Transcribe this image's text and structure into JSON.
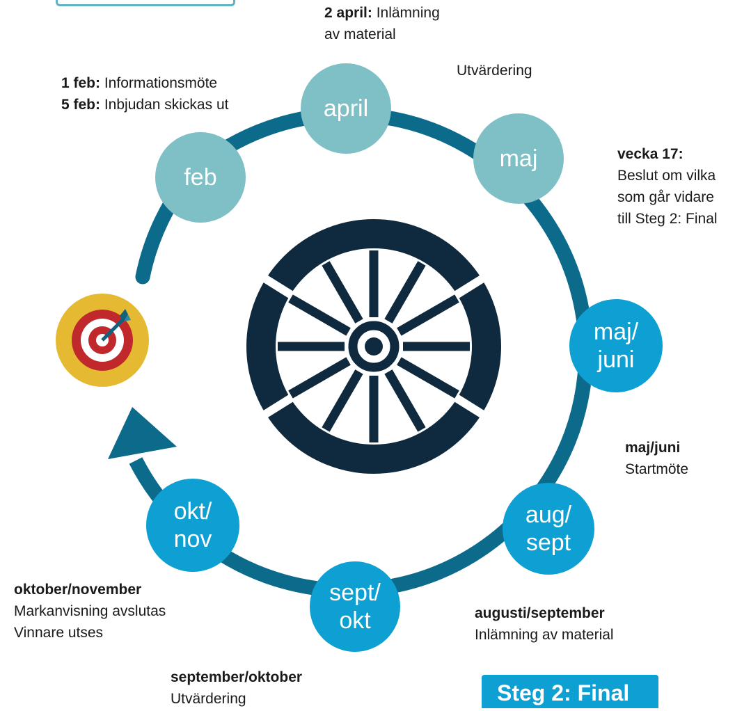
{
  "months": {
    "april": "april",
    "feb": "feb",
    "maj": "maj",
    "maj_juni_1": "maj/",
    "maj_juni_2": "juni",
    "aug_1": "aug/",
    "aug_2": "sept",
    "sept_1": "sept/",
    "sept_2": "okt",
    "okt_1": "okt/",
    "okt_2": "nov"
  },
  "labels": {
    "april_bold": "2 april:",
    "april_text_1": " Inlämning",
    "april_text_2": "av material",
    "utvardering_top": "Utvärdering",
    "feb_1_bold": "1 feb:",
    "feb_1_text": " Informationsmöte",
    "feb_5_bold": "5 feb:",
    "feb_5_text": " Inbjudan skickas ut",
    "vecka_bold": "vecka 17:",
    "vecka_text_1": "Beslut om vilka",
    "vecka_text_2": "som går vidare",
    "vecka_text_3": "till Steg 2: Final",
    "majjuni_bold": "maj/juni",
    "majjuni_text": "Startmöte",
    "aug_bold": "augusti/september",
    "aug_text": "Inlämning av material",
    "okt_bold": "oktober/november",
    "okt_text_1": "Markanvisning avslutas",
    "okt_text_2": "Vinnare utses",
    "sept_bold": "september/oktober",
    "sept_text": "Utvärdering"
  },
  "steg_box": "Steg 2: Final",
  "icons": {
    "center": "wheel-icon",
    "goal": "target-icon",
    "arrow": "arrow-head-icon"
  },
  "colors": {
    "ring": "#0c6a8a",
    "light_circle": "#7fbfc6",
    "bright_circle": "#0ea0d2",
    "wheel": "#0f2a3e",
    "target_bg": "#e6b932",
    "target_red": "#c0282b"
  }
}
